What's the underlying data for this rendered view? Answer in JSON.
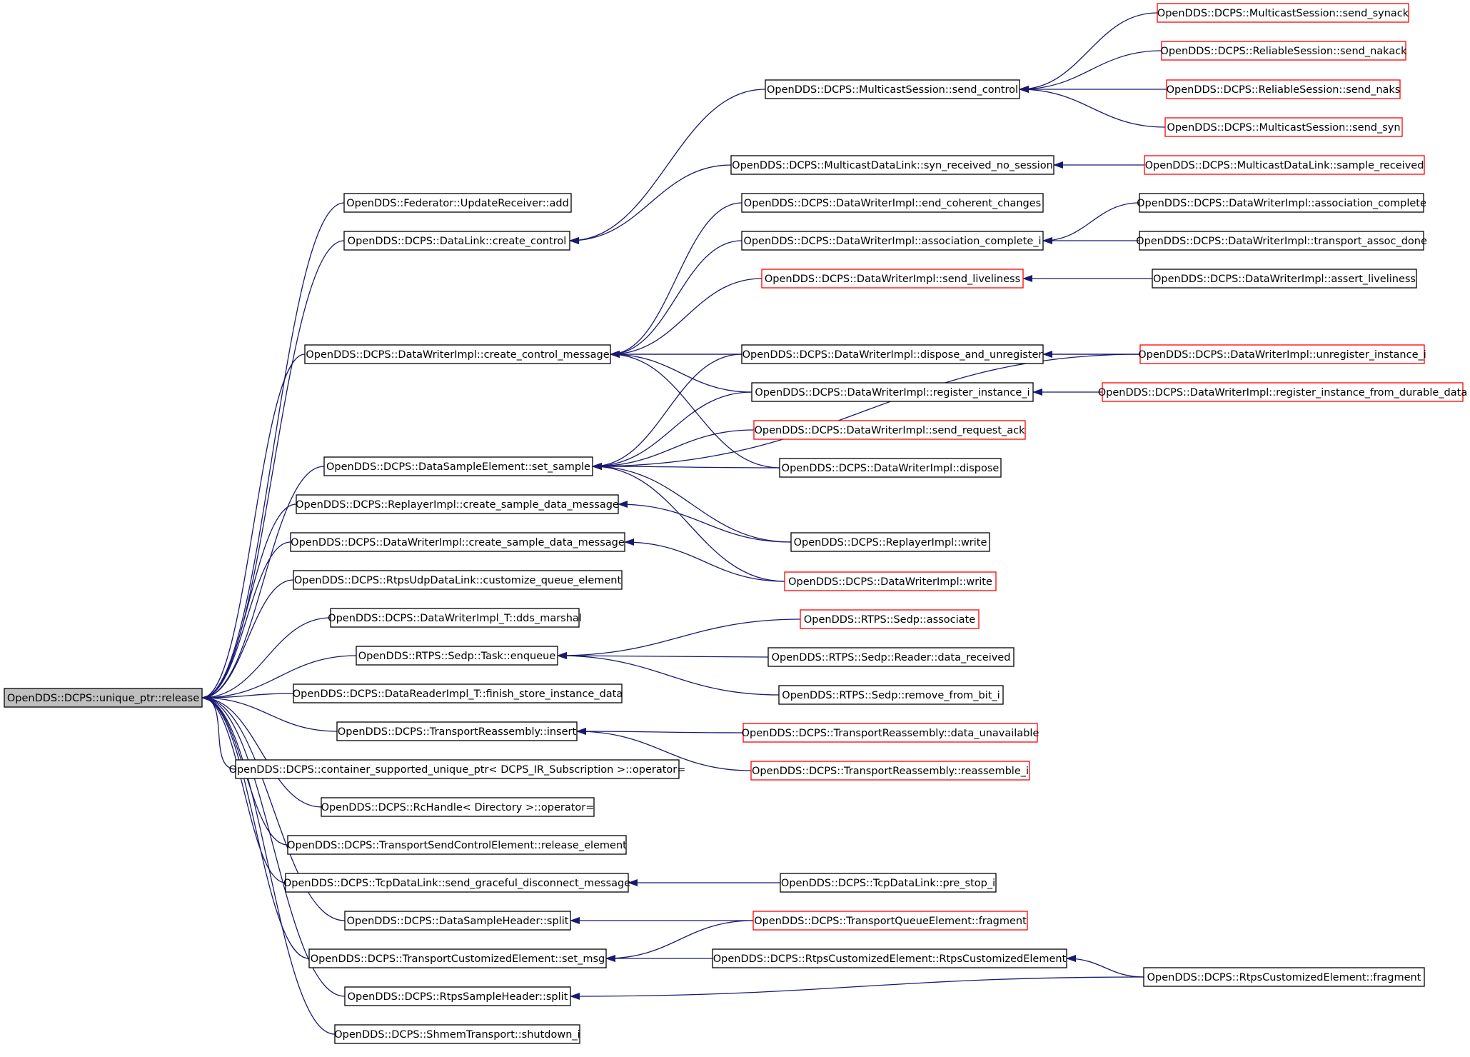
{
  "colors": {
    "edge": "#191970",
    "border": "#000000",
    "border_truncated": "#ff0000",
    "root_fill": "#bfbfbf",
    "node_fill": "#ffffff",
    "text": "#000000"
  },
  "nodes": [
    {
      "id": "root",
      "label": "OpenDDS::DCPS::unique_ptr::release",
      "root": true
    },
    {
      "id": "n1",
      "label": "OpenDDS::Federator::UpdateReceiver::add"
    },
    {
      "id": "n2",
      "label": "OpenDDS::DCPS::DataLink::create_control"
    },
    {
      "id": "n3",
      "label": "OpenDDS::DCPS::DataWriterImpl::create_control_message"
    },
    {
      "id": "n4",
      "label": "OpenDDS::DCPS::DataSampleElement::set_sample"
    },
    {
      "id": "n5",
      "label": "OpenDDS::DCPS::ReplayerImpl::create_sample_data_message"
    },
    {
      "id": "n6",
      "label": "OpenDDS::DCPS::DataWriterImpl::create_sample_data_message"
    },
    {
      "id": "n7",
      "label": "OpenDDS::DCPS::RtpsUdpDataLink::customize_queue_element"
    },
    {
      "id": "n8",
      "label": "OpenDDS::DCPS::DataWriterImpl_T::dds_marshal"
    },
    {
      "id": "n9",
      "label": "OpenDDS::RTPS::Sedp::Task::enqueue"
    },
    {
      "id": "n10",
      "label": "OpenDDS::DCPS::DataReaderImpl_T::finish_store_instance_data"
    },
    {
      "id": "n11",
      "label": "OpenDDS::DCPS::TransportReassembly::insert"
    },
    {
      "id": "n12",
      "label": "OpenDDS::DCPS::container_supported_unique_ptr< DCPS_IR_Subscription >::operator="
    },
    {
      "id": "n13",
      "label": "OpenDDS::DCPS::RcHandle< Directory >::operator="
    },
    {
      "id": "n14",
      "label": "OpenDDS::DCPS::TransportSendControlElement::release_element"
    },
    {
      "id": "n15",
      "label": "OpenDDS::DCPS::TcpDataLink::send_graceful_disconnect_message"
    },
    {
      "id": "n16",
      "label": "OpenDDS::DCPS::DataSampleHeader::split"
    },
    {
      "id": "n17",
      "label": "OpenDDS::DCPS::TransportCustomizedElement::set_msg"
    },
    {
      "id": "n18",
      "label": "OpenDDS::DCPS::RtpsSampleHeader::split"
    },
    {
      "id": "n19",
      "label": "OpenDDS::DCPS::ShmemTransport::shutdown_i"
    },
    {
      "id": "m1",
      "label": "OpenDDS::DCPS::MulticastSession::send_control"
    },
    {
      "id": "m2",
      "label": "OpenDDS::DCPS::MulticastDataLink::syn_received_no_session"
    },
    {
      "id": "m3",
      "label": "OpenDDS::DCPS::DataWriterImpl::end_coherent_changes"
    },
    {
      "id": "m4",
      "label": "OpenDDS::DCPS::DataWriterImpl::association_complete_i"
    },
    {
      "id": "m5",
      "label": "OpenDDS::DCPS::DataWriterImpl::send_liveliness",
      "truncated": true
    },
    {
      "id": "m6",
      "label": "OpenDDS::DCPS::DataWriterImpl::dispose_and_unregister"
    },
    {
      "id": "m7",
      "label": "OpenDDS::DCPS::DataWriterImpl::register_instance_i"
    },
    {
      "id": "m8",
      "label": "OpenDDS::DCPS::DataWriterImpl::send_request_ack",
      "truncated": true
    },
    {
      "id": "m9",
      "label": "OpenDDS::DCPS::DataWriterImpl::dispose"
    },
    {
      "id": "m10",
      "label": "OpenDDS::DCPS::ReplayerImpl::write"
    },
    {
      "id": "m11",
      "label": "OpenDDS::DCPS::DataWriterImpl::write",
      "truncated": true
    },
    {
      "id": "m12",
      "label": "OpenDDS::RTPS::Sedp::associate",
      "truncated": true
    },
    {
      "id": "m13",
      "label": "OpenDDS::RTPS::Sedp::Reader::data_received"
    },
    {
      "id": "m14",
      "label": "OpenDDS::RTPS::Sedp::remove_from_bit_i"
    },
    {
      "id": "m15",
      "label": "OpenDDS::DCPS::TransportReassembly::data_unavailable",
      "truncated": true
    },
    {
      "id": "m16",
      "label": "OpenDDS::DCPS::TransportReassembly::reassemble_i",
      "truncated": true
    },
    {
      "id": "m17",
      "label": "OpenDDS::DCPS::TcpDataLink::pre_stop_i"
    },
    {
      "id": "m18",
      "label": "OpenDDS::DCPS::TransportQueueElement::fragment",
      "truncated": true
    },
    {
      "id": "m19",
      "label": "OpenDDS::DCPS::RtpsCustomizedElement::RtpsCustomizedElement"
    },
    {
      "id": "r1",
      "label": "OpenDDS::DCPS::MulticastSession::send_synack",
      "truncated": true
    },
    {
      "id": "r2",
      "label": "OpenDDS::DCPS::ReliableSession::send_nakack",
      "truncated": true
    },
    {
      "id": "r3",
      "label": "OpenDDS::DCPS::ReliableSession::send_naks",
      "truncated": true
    },
    {
      "id": "r4",
      "label": "OpenDDS::DCPS::MulticastSession::send_syn",
      "truncated": true
    },
    {
      "id": "r5",
      "label": "OpenDDS::DCPS::MulticastDataLink::sample_received",
      "truncated": true
    },
    {
      "id": "r6",
      "label": "OpenDDS::DCPS::DataWriterImpl::association_complete"
    },
    {
      "id": "r7",
      "label": "OpenDDS::DCPS::DataWriterImpl::transport_assoc_done"
    },
    {
      "id": "r8",
      "label": "OpenDDS::DCPS::DataWriterImpl::assert_liveliness"
    },
    {
      "id": "r9",
      "label": "OpenDDS::DCPS::DataWriterImpl::unregister_instance_i",
      "truncated": true
    },
    {
      "id": "r10",
      "label": "OpenDDS::DCPS::DataWriterImpl::register_instance_from_durable_data",
      "truncated": true
    },
    {
      "id": "r11",
      "label": "OpenDDS::DCPS::RtpsCustomizedElement::fragment"
    }
  ],
  "edges": [
    [
      "n1",
      "root"
    ],
    [
      "n2",
      "root"
    ],
    [
      "n3",
      "root"
    ],
    [
      "n4",
      "root"
    ],
    [
      "n5",
      "root"
    ],
    [
      "n6",
      "root"
    ],
    [
      "n7",
      "root"
    ],
    [
      "n8",
      "root"
    ],
    [
      "n9",
      "root"
    ],
    [
      "n10",
      "root"
    ],
    [
      "n11",
      "root"
    ],
    [
      "n12",
      "root"
    ],
    [
      "n13",
      "root"
    ],
    [
      "n14",
      "root"
    ],
    [
      "n15",
      "root"
    ],
    [
      "n16",
      "root"
    ],
    [
      "n17",
      "root"
    ],
    [
      "n18",
      "root"
    ],
    [
      "n19",
      "root"
    ],
    [
      "m1",
      "n2"
    ],
    [
      "m2",
      "n2"
    ],
    [
      "r1",
      "m1"
    ],
    [
      "r2",
      "m1"
    ],
    [
      "r3",
      "m1"
    ],
    [
      "r4",
      "m1"
    ],
    [
      "r5",
      "m2"
    ],
    [
      "m3",
      "n3"
    ],
    [
      "m4",
      "n3"
    ],
    [
      "m5",
      "n3"
    ],
    [
      "m6",
      "n3"
    ],
    [
      "m7",
      "n3"
    ],
    [
      "m9",
      "n3"
    ],
    [
      "r9",
      "n3"
    ],
    [
      "r6",
      "m4"
    ],
    [
      "r7",
      "m4"
    ],
    [
      "r8",
      "m5"
    ],
    [
      "r9",
      "m6"
    ],
    [
      "r10",
      "m7"
    ],
    [
      "m6",
      "n4"
    ],
    [
      "m7",
      "n4"
    ],
    [
      "m8",
      "n4"
    ],
    [
      "m9",
      "n4"
    ],
    [
      "m10",
      "n4"
    ],
    [
      "m11",
      "n4"
    ],
    [
      "r9",
      "n4"
    ],
    [
      "m10",
      "n5"
    ],
    [
      "m11",
      "n6"
    ],
    [
      "m12",
      "n9"
    ],
    [
      "m13",
      "n9"
    ],
    [
      "m14",
      "n9"
    ],
    [
      "m15",
      "n11"
    ],
    [
      "m16",
      "n11"
    ],
    [
      "m17",
      "n15"
    ],
    [
      "m18",
      "n16"
    ],
    [
      "m18",
      "n17"
    ],
    [
      "m19",
      "n17"
    ],
    [
      "r11",
      "m19"
    ],
    [
      "r11",
      "n18"
    ]
  ]
}
